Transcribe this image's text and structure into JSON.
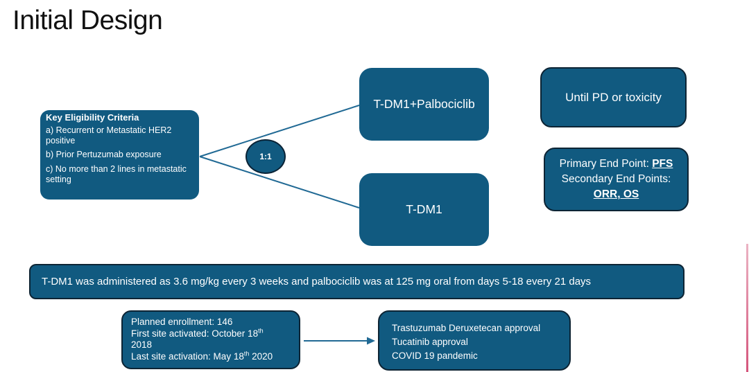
{
  "slide": {
    "title": "Initial Design"
  },
  "colors": {
    "box_fill": "#115A80",
    "box_border": "#0D2434",
    "connector": "#206994",
    "title_text": "#111111",
    "box_text": "#FFFFFF",
    "background": "#FFFFFF",
    "accent_line_pink": "#D4537A"
  },
  "eligibility_box": {
    "heading": "Key Eligibility Criteria",
    "items": [
      "a) Recurrent or Metastatic HER2 positive",
      "b) Prior Pertuzumab exposure",
      "c) No more than 2 lines in metastatic setting"
    ]
  },
  "randomization_ratio": "1:1",
  "arm_boxes": [
    {
      "label": "T-DM1+Palbociclib"
    },
    {
      "label": "T-DM1"
    }
  ],
  "duration_box": {
    "label": "Until PD or toxicity"
  },
  "endpoints_box": {
    "primary_label": "Primary End Point: ",
    "primary_value": "PFS",
    "secondary_label": "Secondary End Points:",
    "secondary_value": "ORR, OS"
  },
  "dosing_box": {
    "text": "T-DM1 was administered as 3.6 mg/kg every 3 weeks and palbociclib was at 125 mg oral from days 5-18 every 21 days"
  },
  "enrollment_box": {
    "line1": "Planned enrollment: 146",
    "line2_text": "First site activated: October 18",
    "line2_ordinal": "th",
    "line3": "2018",
    "line4_text": "Last site activation: May 18",
    "line4_ordinal": "th",
    "line4_year": " 2020"
  },
  "challenges_box": {
    "lines": [
      "Trastuzumab Deruxetecan approval",
      "Tucatinib approval",
      "COVID 19 pandemic"
    ]
  }
}
